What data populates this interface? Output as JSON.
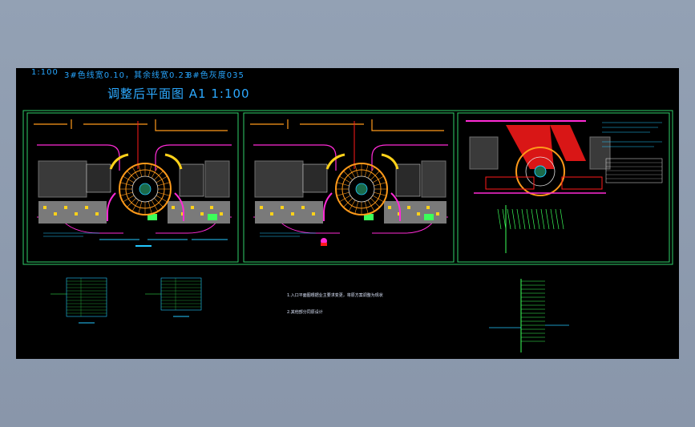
{
  "drawing": {
    "header_scale": "1:100",
    "header_line1": "3#色线宽0.10，其余线宽0.23",
    "header_line2": "8#色灰度035",
    "title": "调整后平面图 A1 1:100",
    "note_line1": "1.入口平面图根据业主要求变更，将原方案调整为现状",
    "note_line2": "2.其他部分同原设计"
  },
  "colors": {
    "background": "#8f9db0",
    "canvas": "#000000",
    "frame": "#2fd06a",
    "title": "#2ca9ff",
    "magenta": "#ff2bd6",
    "orange": "#ff9a1a",
    "yellow": "#ffd21a",
    "red": "#ff1a1a",
    "cyan": "#23c8ff",
    "green": "#3cff5a",
    "white": "#e8e8e8",
    "grey": "#6e6e6e"
  }
}
